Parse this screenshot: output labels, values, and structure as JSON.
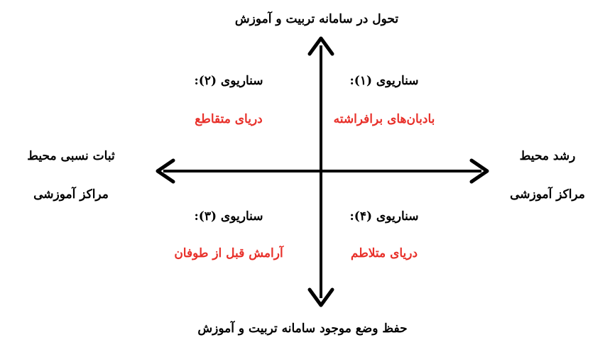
{
  "diagram": {
    "top_axis_label": "تحول در سامانه تربیت و آموزش",
    "bottom_axis_label": "حفظ وضع موجود سامانه تربیت و آموزش",
    "left_axis_label_line1": "ثبات نسبی محیط",
    "left_axis_label_line2": "مراکز آموزشی",
    "right_axis_label_line1": "رشد محیط",
    "right_axis_label_line2": "مراکز آموزشی",
    "scenarios": [
      {
        "title": "سناریوی (۱):",
        "name": "بادبان‌های برافراشته"
      },
      {
        "title": "سناریوی (۲):",
        "name": "دریای متقاطع"
      },
      {
        "title": "سناریوی (۳):",
        "name": "آرامش قبل از طوفان"
      },
      {
        "title": "سناریوی (۴):",
        "name": "دریای متلاطم"
      }
    ]
  },
  "colors": {
    "axis": "#000000",
    "text": "#000000",
    "scenario_name": "#e8302a",
    "background": "#ffffff"
  }
}
